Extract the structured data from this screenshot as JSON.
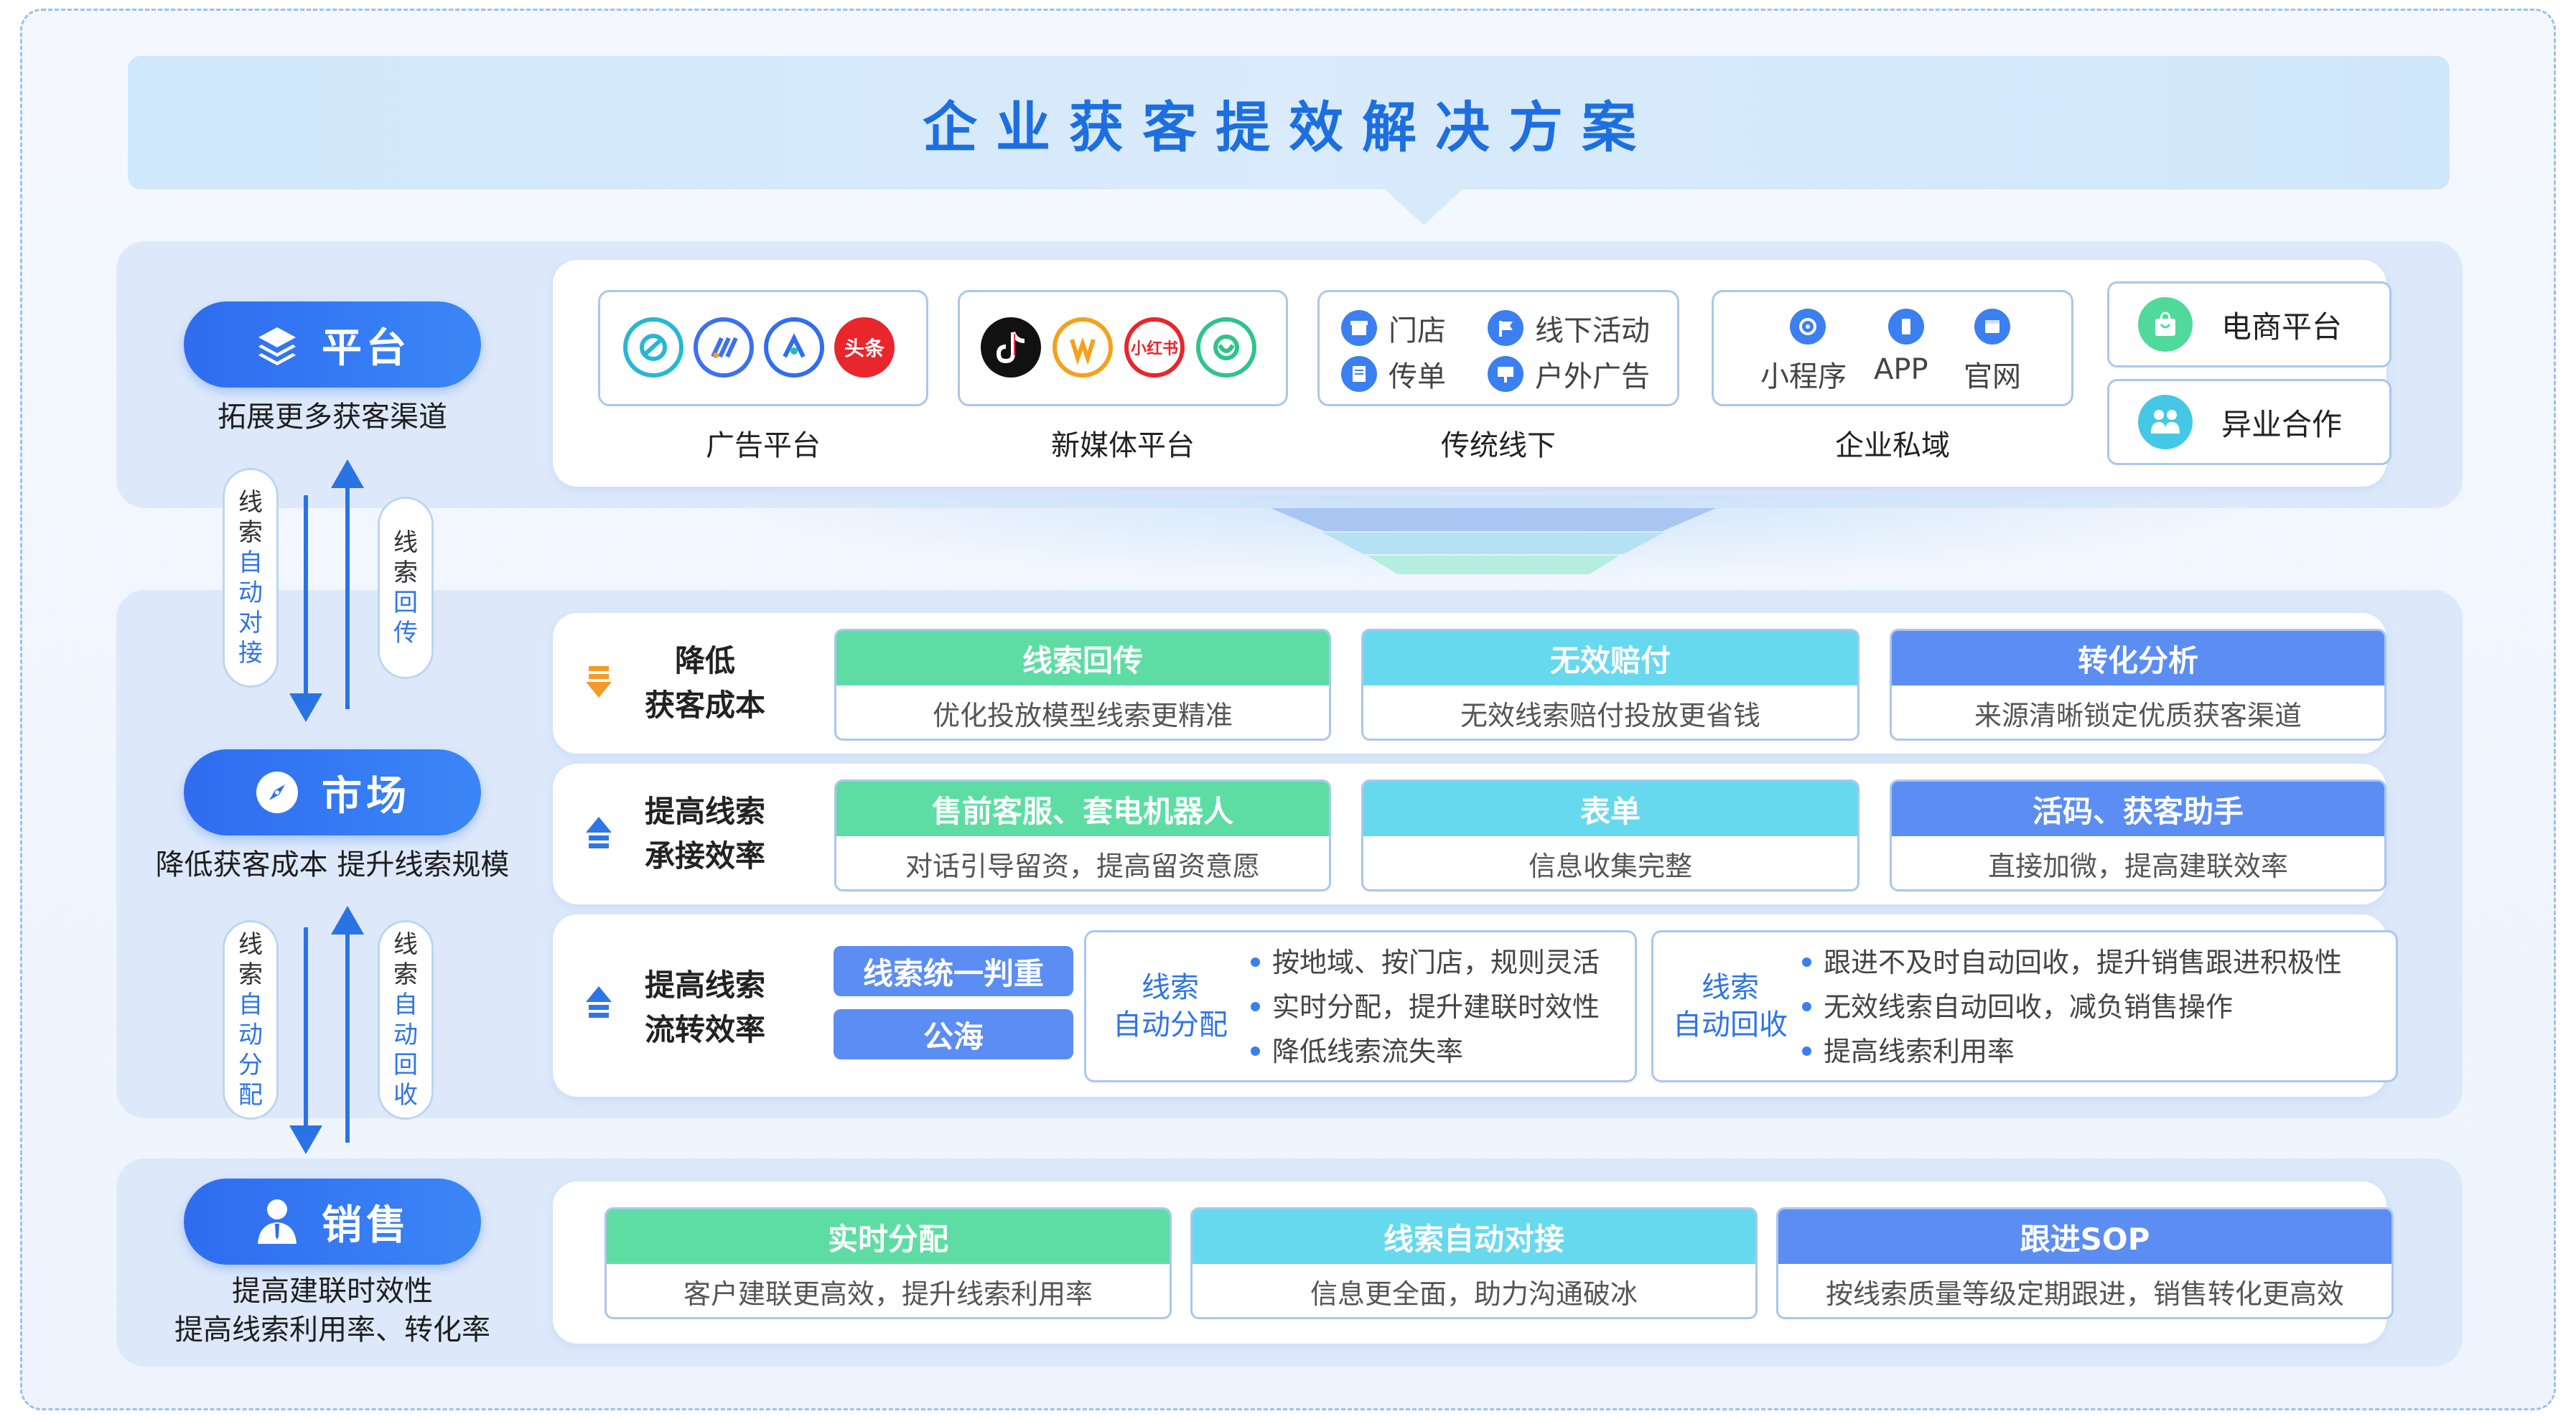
{
  "title": "企业获客提效解决方案",
  "left": {
    "platform": {
      "label": "平台",
      "subtitle": "拓展更多获客渠道"
    },
    "market": {
      "label": "市场",
      "subtitle": "降低获客成本 提升线索规模"
    },
    "sales": {
      "label": "销售",
      "subtitle_line1": "提高建联时效性",
      "subtitle_line2": "提高线索利用率、转化率"
    },
    "arrows_top": {
      "down_chars": [
        "线",
        "索",
        "自",
        "动",
        "对",
        "接"
      ],
      "up_chars": [
        "线",
        "索",
        "回",
        "传"
      ]
    },
    "arrows_bottom": {
      "down_chars": [
        "线",
        "索",
        "自",
        "动",
        "分",
        "配"
      ],
      "up_chars": [
        "线",
        "索",
        "自",
        "动",
        "回",
        "收"
      ]
    }
  },
  "platform_groups": {
    "ads": {
      "label": "广告平台",
      "icons": [
        "ad-platform-1-icon",
        "ad-platform-2-icon",
        "ad-platform-3-icon",
        "toutiao-icon"
      ],
      "toutiao_text": "头条"
    },
    "new_media": {
      "label": "新媒体平台",
      "icons": [
        "douyin-icon",
        "weibo-icon",
        "xiaohongshu-icon",
        "wechat-channels-icon"
      ],
      "xhs_text": "小红书"
    },
    "offline": {
      "label": "传统线下",
      "items": [
        "门店",
        "线下活动",
        "传单",
        "户外广告"
      ]
    },
    "private": {
      "label": "企业私域",
      "items": [
        "小程序",
        "APP",
        "官网"
      ]
    },
    "ecommerce": "电商平台",
    "cross": "异业合作"
  },
  "market_rows": [
    {
      "title_line1": "降低",
      "title_line2": "获客成本",
      "cards": [
        {
          "head": "线索回传",
          "body": "优化投放模型线索更精准"
        },
        {
          "head": "无效赔付",
          "body": "无效线索赔付投放更省钱"
        },
        {
          "head": "转化分析",
          "body": "来源清晰锁定优质获客渠道"
        }
      ]
    },
    {
      "title_line1": "提高线索",
      "title_line2": "承接效率",
      "cards": [
        {
          "head": "售前客服、套电机器人",
          "body": "对话引导留资，提高留资意愿"
        },
        {
          "head": "表单",
          "body": "信息收集完整"
        },
        {
          "head": "活码、获客助手",
          "body": "直接加微，提高建联效率"
        }
      ]
    },
    {
      "title_line1": "提高线索",
      "title_line2": "流转效率",
      "buttons": [
        "线索统一判重",
        "公海"
      ],
      "dist": {
        "label_line1": "线索",
        "label_line2": "自动分配",
        "bullets": [
          "按地域、按门店，规则灵活",
          "实时分配，提升建联时效性",
          "降低线索流失率"
        ]
      },
      "recycle": {
        "label_line1": "线索",
        "label_line2": "自动回收",
        "bullets": [
          "跟进不及时自动回收，提升销售跟进积极性",
          "无效线索自动回收，减负销售操作",
          "提高线索利用率"
        ]
      }
    }
  ],
  "sales_cards": [
    {
      "head": "实时分配",
      "body": "客户建联更高效，提升线索利用率"
    },
    {
      "head": "线索自动对接",
      "body": "信息更全面，助力沟通破冰"
    },
    {
      "head": "跟进SOP",
      "body": "按线索质量等级定期跟进，销售转化更高效"
    }
  ],
  "colors": {
    "primary": "#2f6cf0",
    "green": "#5ddda4",
    "cyan": "#66d9ee",
    "blue": "#5b8df3",
    "title": "#1d6fe0"
  }
}
